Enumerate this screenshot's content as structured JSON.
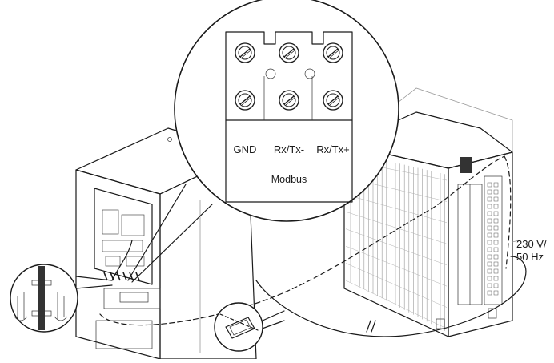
{
  "terminal": {
    "labels": [
      "GND",
      "Rx/Tx-",
      "Rx/Tx+"
    ],
    "caption": "Modbus"
  },
  "supply": {
    "voltage": "230 V/",
    "frequency": "50 Hz"
  },
  "colors": {
    "line": "#1a1a1a",
    "panel": "#ffffff",
    "callout_bg": "#ffffff"
  }
}
